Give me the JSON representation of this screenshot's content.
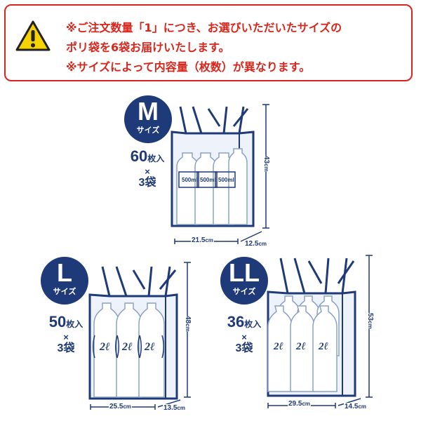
{
  "notice": {
    "lines": [
      "※ご注文数量「1」につき、お選びいただいたサイズの",
      "ポリ袋を6袋お届けいたします。",
      "※サイズによって内容量（枚数）が異なります。"
    ],
    "border_color": "#d9261c",
    "icon": "warning-triangle-icon"
  },
  "sizes": [
    {
      "letter": "M",
      "sub": "サイズ",
      "count": "60",
      "count_unit": "枚入",
      "times": "×",
      "bags": "3袋",
      "height": "43",
      "height_unit": "cm",
      "width": "21.5",
      "width_unit": "cm",
      "depth": "12.5",
      "depth_unit": "cm",
      "bottle_label": "500ml"
    },
    {
      "letter": "L",
      "sub": "サイズ",
      "count": "50",
      "count_unit": "枚入",
      "times": "×",
      "bags": "3袋",
      "height": "48",
      "height_unit": "cm",
      "width": "25.5",
      "width_unit": "cm",
      "depth": "13.5",
      "depth_unit": "cm",
      "bottle_label": "2ℓ"
    },
    {
      "letter": "LL",
      "sub": "サイズ",
      "count": "36",
      "count_unit": "枚入",
      "times": "×",
      "bags": "3袋",
      "height": "53",
      "height_unit": "cm",
      "width": "29.5",
      "width_unit": "cm",
      "depth": "14.5",
      "depth_unit": "cm",
      "bottle_label": "2ℓ"
    }
  ],
  "colors": {
    "navy": "#1f3a78",
    "red": "#d9261c",
    "bag_fill": "#eef3fb"
  }
}
